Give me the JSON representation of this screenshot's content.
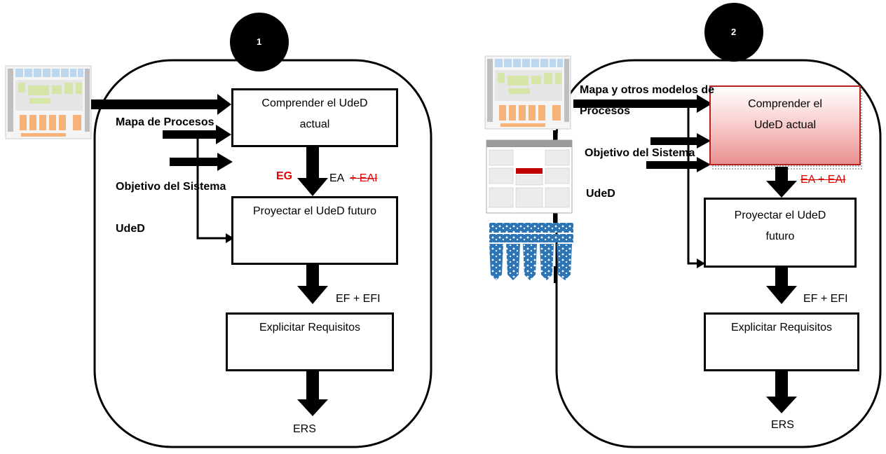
{
  "panel1": {
    "number": "1",
    "box_understand": "Comprender el UdeD actual",
    "box_project": "Proyectar el UdeD futuro",
    "box_requirements": "Explicitar Requisitos",
    "input_process_map": "Mapa de Procesos",
    "input_objective": "Objetivo del Sistema",
    "input_uded": "UdeD",
    "label_eg": "EG",
    "label_ea": "EA",
    "label_eai": "+ EAI",
    "label_ef": "EF + EFI",
    "label_ers": "ERS"
  },
  "panel2": {
    "number": "2",
    "box_understand": "Comprender el UdeD actual",
    "box_project": "Proyectar el UdeD futuro",
    "box_requirements": "Explicitar Requisitos",
    "input_process_map_line1": "Mapa y otros modelos de",
    "input_process_map_line2": "Procesos",
    "input_objective": "Objetivo del Sistema",
    "input_uded": "UdeD",
    "label_ea_eai": "EA + EAI",
    "label_ef": "EF + EFI",
    "label_ers": "ERS"
  },
  "colors": {
    "highlight_red": "#e00000",
    "box_pink_border": "#b22222",
    "thumb_blue": "#bdd7ee",
    "thumb_green": "#d6e6a8",
    "thumb_orange": "#f7b27a",
    "thumb_red": "#c00000",
    "thumb_darkblue": "#2e75b6"
  }
}
